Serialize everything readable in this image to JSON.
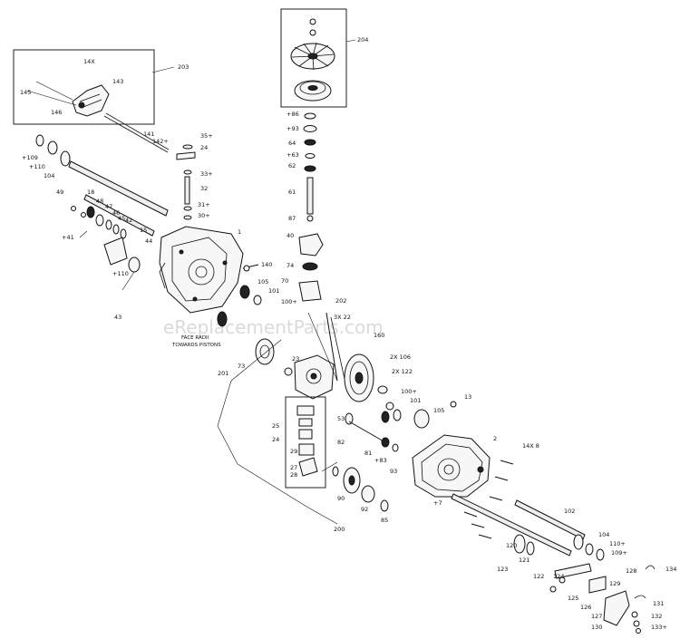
{
  "watermark": "eReplacementParts.com",
  "note_lines": [
    "FACE RADII",
    "TOWARDS PISTONS"
  ],
  "labels": {
    "l203": "203",
    "l204": "204",
    "l14x": "14X",
    "l143": "143",
    "l145": "145",
    "l146": "146",
    "l141": "141",
    "l142": "142+",
    "l109a": "+109",
    "l110a": "+110",
    "l104": "104",
    "l35": "35+",
    "l24": "24",
    "l33": "33+",
    "l32": "32",
    "l31": "31+",
    "l30": "30+",
    "l86": "+86",
    "l93": "+93",
    "l64": "64",
    "l63": "+63",
    "l62": "62",
    "l61": "61",
    "l87": "87",
    "l40": "40",
    "l74": "74",
    "l70": "70",
    "l1": "1",
    "l140": "140",
    "l105": "105",
    "l101": "101",
    "l100": "100+",
    "l202": "202",
    "l3x22": "3X 22",
    "l160": "160",
    "l106": "2X 106",
    "l122": "2X 122",
    "l73": "73",
    "l23": "23",
    "l13": "13",
    "l201": "201",
    "l100b": "100+",
    "l101b": "101",
    "l105b": "105",
    "l25": "25",
    "l24b": "24",
    "l29": "29",
    "l27": "27",
    "l28": "28",
    "l2": "2",
    "l14x8": "14X 8",
    "l82": "82",
    "l83": "+83",
    "l81": "81",
    "l53": "53",
    "l90": "90",
    "l92": "92",
    "l93b": "93",
    "l85": "85",
    "l7": "+7",
    "l200": "200",
    "l102": "102",
    "l49": "49",
    "l48": "48",
    "l18": "18",
    "l47": "47",
    "l46": "46",
    "l45": "45",
    "l42": "42",
    "l15": "15",
    "l41": "+41",
    "l44": "44",
    "l110b": "+110",
    "l43": "43",
    "l120": "120",
    "l121": "121",
    "l122b": "122",
    "l123": "123",
    "l124": "124",
    "l125": "125",
    "l126": "126",
    "l127": "127",
    "l128": "128",
    "l129": "129",
    "l130": "130",
    "l131": "131",
    "l132": "132",
    "l133": "133+",
    "l134": "134",
    "l104b": "104",
    "l110c": "110+",
    "l109b": "109+"
  }
}
